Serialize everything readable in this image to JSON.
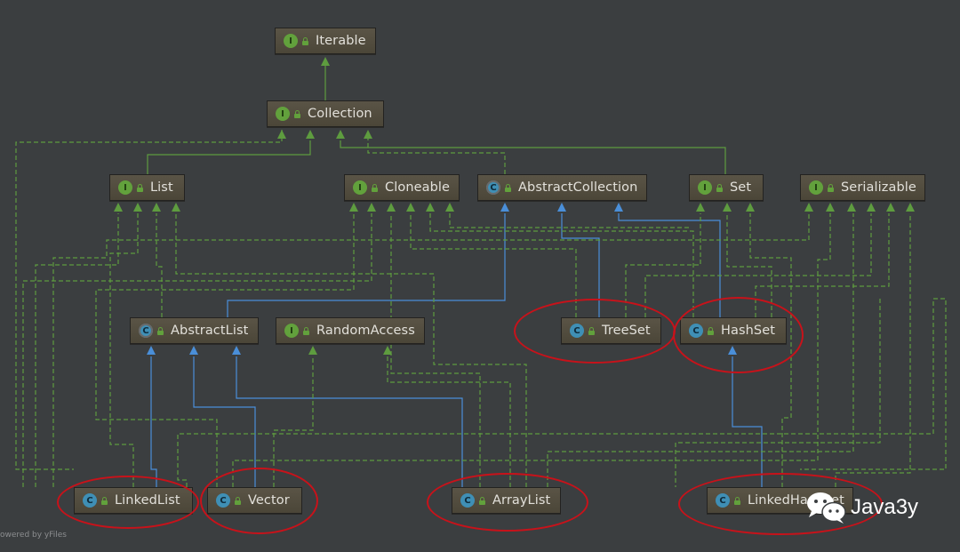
{
  "diagram": {
    "nodes": [
      {
        "id": "Iterable",
        "kind": "I",
        "label": "Iterable"
      },
      {
        "id": "Collection",
        "kind": "I",
        "label": "Collection"
      },
      {
        "id": "List",
        "kind": "I",
        "label": "List"
      },
      {
        "id": "Cloneable",
        "kind": "I",
        "label": "Cloneable"
      },
      {
        "id": "AbstractCollection",
        "kind": "AC",
        "label": "AbstractCollection"
      },
      {
        "id": "Set",
        "kind": "I",
        "label": "Set"
      },
      {
        "id": "Serializable",
        "kind": "I",
        "label": "Serializable"
      },
      {
        "id": "AbstractList",
        "kind": "AC",
        "label": "AbstractList"
      },
      {
        "id": "RandomAccess",
        "kind": "I",
        "label": "RandomAccess"
      },
      {
        "id": "TreeSet",
        "kind": "C",
        "label": "TreeSet"
      },
      {
        "id": "HashSet",
        "kind": "C",
        "label": "HashSet"
      },
      {
        "id": "LinkedList",
        "kind": "C",
        "label": "LinkedList"
      },
      {
        "id": "Vector",
        "kind": "C",
        "label": "Vector"
      },
      {
        "id": "ArrayList",
        "kind": "C",
        "label": "ArrayList"
      },
      {
        "id": "LinkedHashSet",
        "kind": "C",
        "label": "LinkedHashSet"
      }
    ],
    "edges": [
      {
        "from": "Collection",
        "to": "Iterable",
        "type": "extends"
      },
      {
        "from": "List",
        "to": "Collection",
        "type": "extends"
      },
      {
        "from": "Set",
        "to": "Collection",
        "type": "extends"
      },
      {
        "from": "AbstractCollection",
        "to": "Collection",
        "type": "implements"
      },
      {
        "from": "AbstractList",
        "to": "AbstractCollection",
        "type": "extends"
      },
      {
        "from": "TreeSet",
        "to": "AbstractCollection",
        "type": "extends"
      },
      {
        "from": "HashSet",
        "to": "AbstractCollection",
        "type": "extends"
      },
      {
        "from": "AbstractList",
        "to": "List",
        "type": "implements"
      },
      {
        "from": "LinkedList",
        "to": "AbstractList",
        "type": "extends"
      },
      {
        "from": "Vector",
        "to": "AbstractList",
        "type": "extends"
      },
      {
        "from": "ArrayList",
        "to": "AbstractList",
        "type": "extends"
      },
      {
        "from": "LinkedHashSet",
        "to": "HashSet",
        "type": "extends"
      },
      {
        "from": "LinkedList",
        "to": "List",
        "type": "implements"
      },
      {
        "from": "Vector",
        "to": "List",
        "type": "implements"
      },
      {
        "from": "ArrayList",
        "to": "List",
        "type": "implements"
      },
      {
        "from": "Vector",
        "to": "RandomAccess",
        "type": "implements"
      },
      {
        "from": "ArrayList",
        "to": "RandomAccess",
        "type": "implements"
      },
      {
        "from": "LinkedList",
        "to": "Cloneable",
        "type": "implements"
      },
      {
        "from": "Vector",
        "to": "Cloneable",
        "type": "implements"
      },
      {
        "from": "ArrayList",
        "to": "Cloneable",
        "type": "implements"
      },
      {
        "from": "TreeSet",
        "to": "Cloneable",
        "type": "implements"
      },
      {
        "from": "HashSet",
        "to": "Cloneable",
        "type": "implements"
      },
      {
        "from": "TreeSet",
        "to": "Set",
        "type": "implements"
      },
      {
        "from": "HashSet",
        "to": "Set",
        "type": "implements"
      },
      {
        "from": "LinkedHashSet",
        "to": "Set",
        "type": "implements"
      },
      {
        "from": "LinkedList",
        "to": "Serializable",
        "type": "implements"
      },
      {
        "from": "Vector",
        "to": "Serializable",
        "type": "implements"
      },
      {
        "from": "ArrayList",
        "to": "Serializable",
        "type": "implements"
      },
      {
        "from": "TreeSet",
        "to": "Serializable",
        "type": "implements"
      },
      {
        "from": "HashSet",
        "to": "Serializable",
        "type": "implements"
      },
      {
        "from": "LinkedHashSet",
        "to": "Serializable",
        "type": "implements"
      }
    ],
    "highlighted": [
      "TreeSet",
      "HashSet",
      "LinkedList",
      "Vector",
      "ArrayList",
      "LinkedHashSet"
    ]
  },
  "footer": "owered by yFiles",
  "watermark": {
    "text": "Java3y",
    "icon": "wechat-icon"
  },
  "colors": {
    "background": "#3b3e40",
    "node": "#4f4a3d",
    "interface_edge": "#5e9c3f",
    "extends_edge": "#4a8fd9",
    "highlight": "#c8121a"
  }
}
